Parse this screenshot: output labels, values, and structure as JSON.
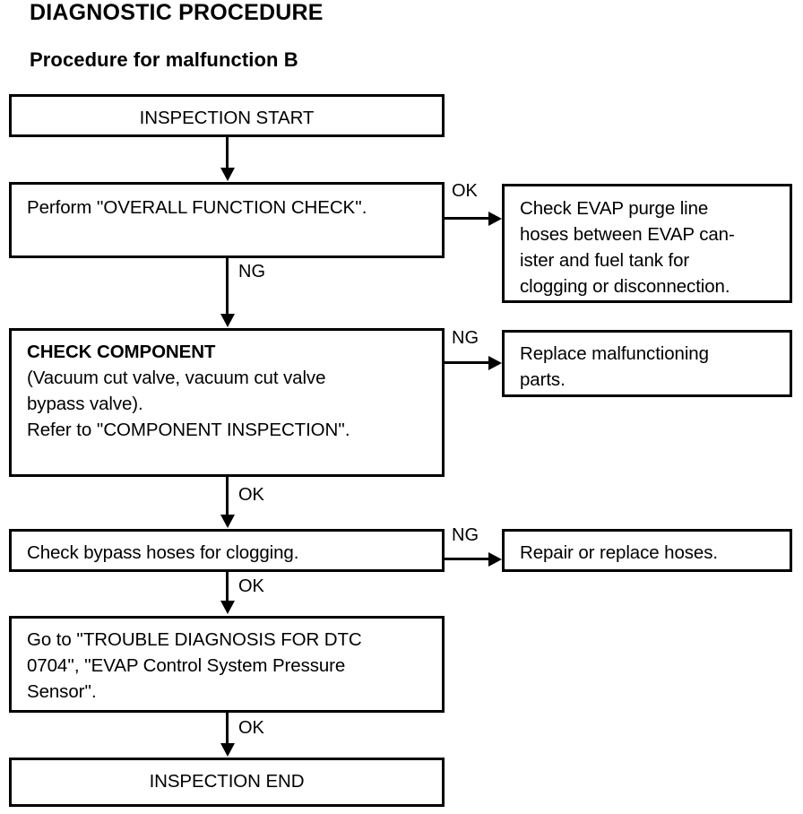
{
  "document": {
    "heading_main": "DIAGNOSTIC PROCEDURE",
    "heading_sub": "Procedure for malfunction B"
  },
  "flow": {
    "start_box": {
      "label": "INSPECTION START"
    },
    "step1": {
      "line1": "Perform ''OVERALL FUNCTION CHECK''."
    },
    "step1_ok_result": {
      "line1": "Check EVAP purge line",
      "line2": "hoses between EVAP can-",
      "line3": "ister and fuel tank for",
      "line4": "clogging or disconnection."
    },
    "step2": {
      "title": "CHECK COMPONENT",
      "line2": "(Vacuum cut valve, vacuum cut valve",
      "line3": "bypass valve).",
      "line4": "Refer to ''COMPONENT INSPECTION''."
    },
    "step2_ng_result": {
      "line1": "Replace malfunctioning",
      "line2": "parts."
    },
    "step3": {
      "line1": "Check bypass hoses for clogging."
    },
    "step3_ng_result": {
      "line1": "Repair or replace hoses."
    },
    "step4": {
      "line1": "Go to ''TROUBLE DIAGNOSIS FOR DTC",
      "line2": "0704'', ''EVAP Control System Pressure",
      "line3": "Sensor''."
    },
    "end_box": {
      "label": "INSPECTION END"
    },
    "labels": {
      "ok_step1": "OK",
      "ng_step1": "NG",
      "ng_step2": "NG",
      "ok_step2": "OK",
      "ng_step3": "NG",
      "ok_step3": "OK",
      "ok_step4": "OK"
    }
  },
  "colors": {
    "ink": "#000000",
    "paper": "#ffffff"
  }
}
